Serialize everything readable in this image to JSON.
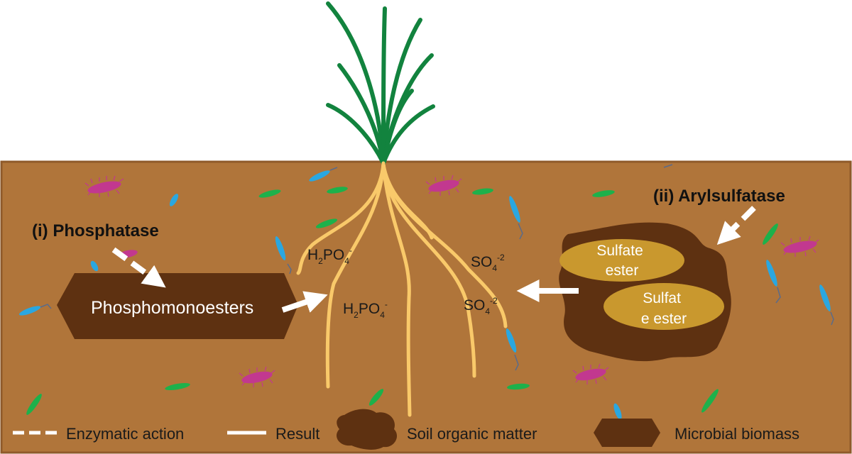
{
  "labels": {
    "phosphatase": "(i) Phosphatase",
    "arylsulfatase": "(ii) Arylsulfatase",
    "phosphomonoesters": "Phosphomonoesters",
    "sulfate_ester_1": [
      "Sulfate",
      "ester"
    ],
    "sulfate_ester_2": [
      "Sulfat",
      "e ester"
    ],
    "h2po4_a": {
      "base": "H",
      "sub1": "2",
      "mid": "PO",
      "sub2": "4",
      "sup": "-"
    },
    "h2po4_b": {
      "base": "H",
      "sub1": "2",
      "mid": "PO",
      "sub2": "4",
      "sup": "-"
    },
    "so4_a": {
      "base": "SO",
      "sub": "4",
      "sup": "-2"
    },
    "so4_b": {
      "base": "SO",
      "sub": "4",
      "sup": "-2"
    }
  },
  "legend": {
    "enzymatic_action": "Enzymatic action",
    "result": "Result",
    "soil_organic_matter": "Soil organic matter",
    "microbial_biomass": "Microbial biomass"
  },
  "colors": {
    "soil": "#b0753a",
    "soil_border": "#8f5a2a",
    "dark_brown": "#5e3111",
    "root": "#f9c96a",
    "plant": "#12833e",
    "ester_fill": "#c9982e",
    "microbe_green": "#1db14b",
    "microbe_blue": "#2aa7e0",
    "microbe_magenta": "#c2388f",
    "arrow": "#ffffff"
  }
}
